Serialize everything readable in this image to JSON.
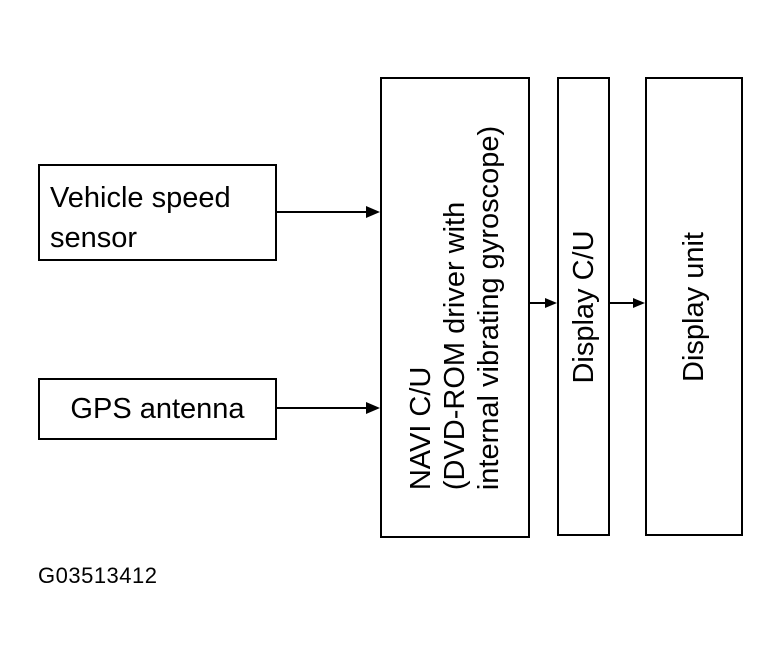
{
  "diagram": {
    "blocks": {
      "vehicle_speed_sensor": "Vehicle speed\nsensor",
      "gps_antenna": "GPS antenna",
      "navi_cu": "NAVI C/U\n(DVD-ROM driver with\ninternal vibrating gyroscope)",
      "display_cu": "Display C/U",
      "display_unit": "Display unit"
    },
    "connections": [
      {
        "from": "Vehicle speed sensor",
        "to": "NAVI C/U"
      },
      {
        "from": "GPS antenna",
        "to": "NAVI C/U"
      },
      {
        "from": "NAVI C/U",
        "to": "Display C/U"
      },
      {
        "from": "Display C/U",
        "to": "Display unit"
      }
    ],
    "figure_id": "G03513412",
    "line_color": "#000000"
  }
}
